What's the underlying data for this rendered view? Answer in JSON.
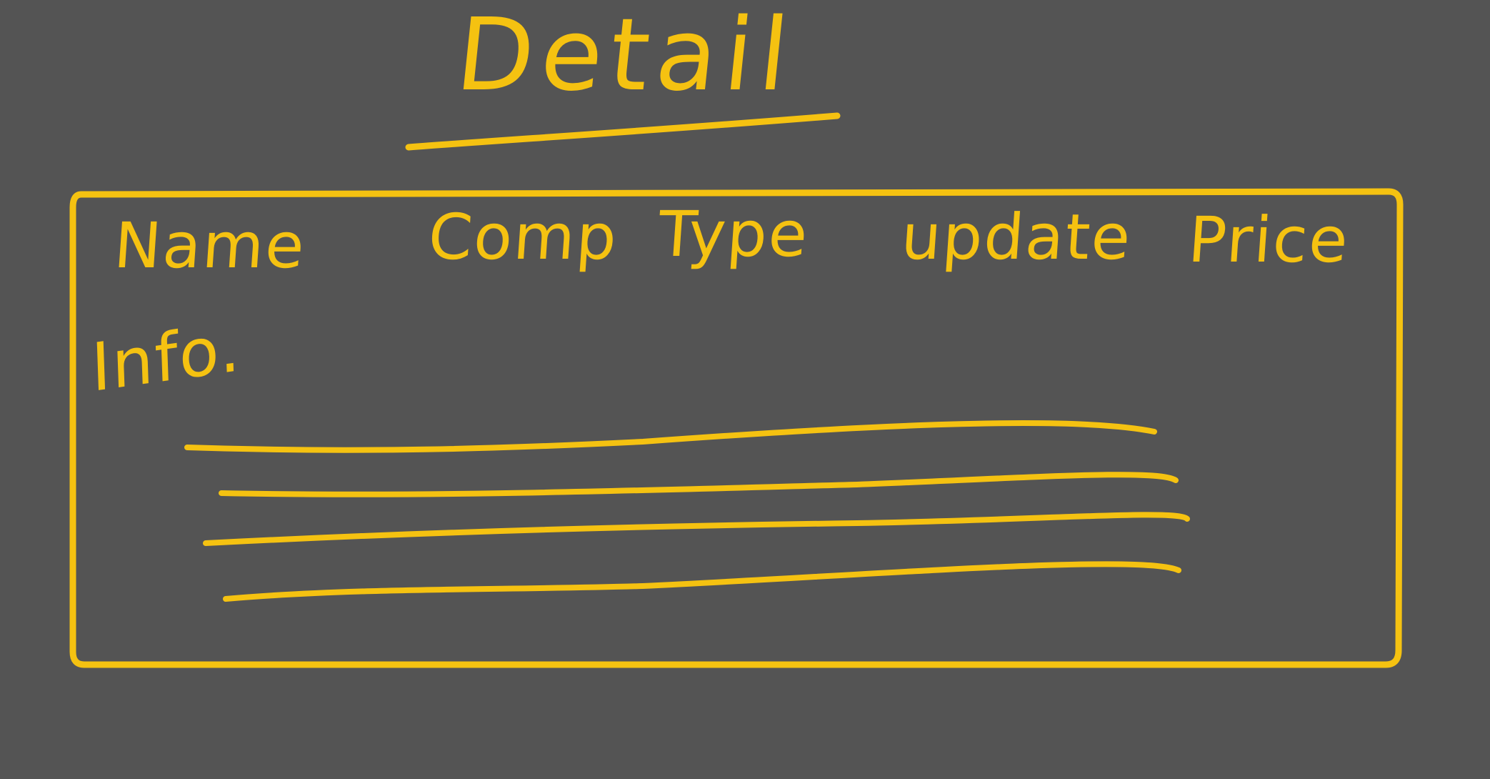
{
  "title": "Detail",
  "columns": [
    "Name",
    "Comp",
    "Type",
    "update",
    "Price"
  ],
  "info_label": "Info.",
  "colors": {
    "background": "#545454",
    "ink": "#F5C211"
  }
}
